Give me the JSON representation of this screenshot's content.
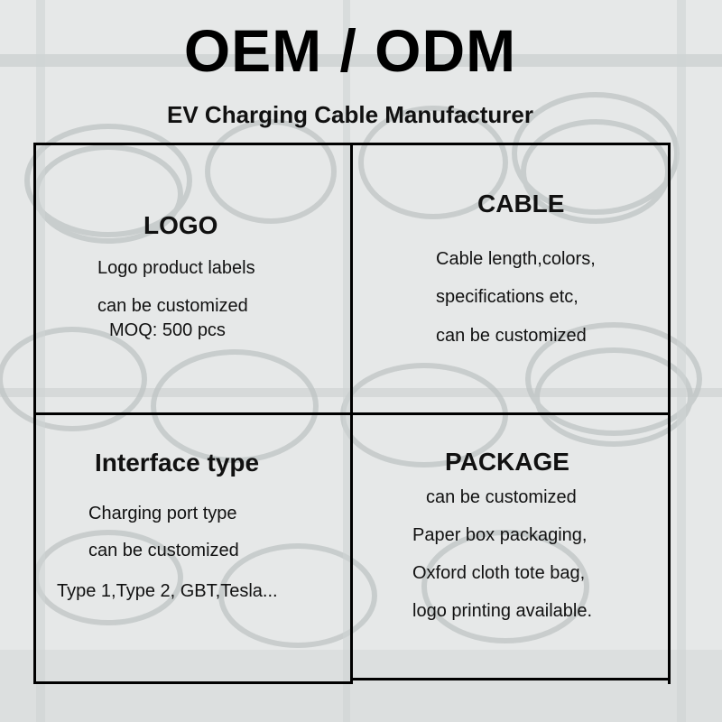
{
  "header": {
    "title": "OEM / ODM",
    "subtitle": "EV Charging Cable Manufacturer"
  },
  "cells": {
    "logo": {
      "title": "LOGO",
      "lines": [
        "Logo product labels",
        "can be customized",
        "MOQ: 500 pcs"
      ]
    },
    "cable": {
      "title": "CABLE",
      "lines": [
        "Cable length,colors,",
        "specifications etc,",
        "can be customized"
      ]
    },
    "interface": {
      "title": "Interface type",
      "lines": [
        "Charging port type",
        "can be customized",
        "Type 1,Type 2, GBT,Tesla..."
      ]
    },
    "package": {
      "title": "PACKAGE",
      "lines": [
        "can be customized",
        "Paper box packaging,",
        "Oxford cloth tote bag,",
        "logo printing available."
      ]
    }
  },
  "colors": {
    "text": "#111111",
    "grid_lines": "#000000",
    "background": "#e4e6e6"
  }
}
